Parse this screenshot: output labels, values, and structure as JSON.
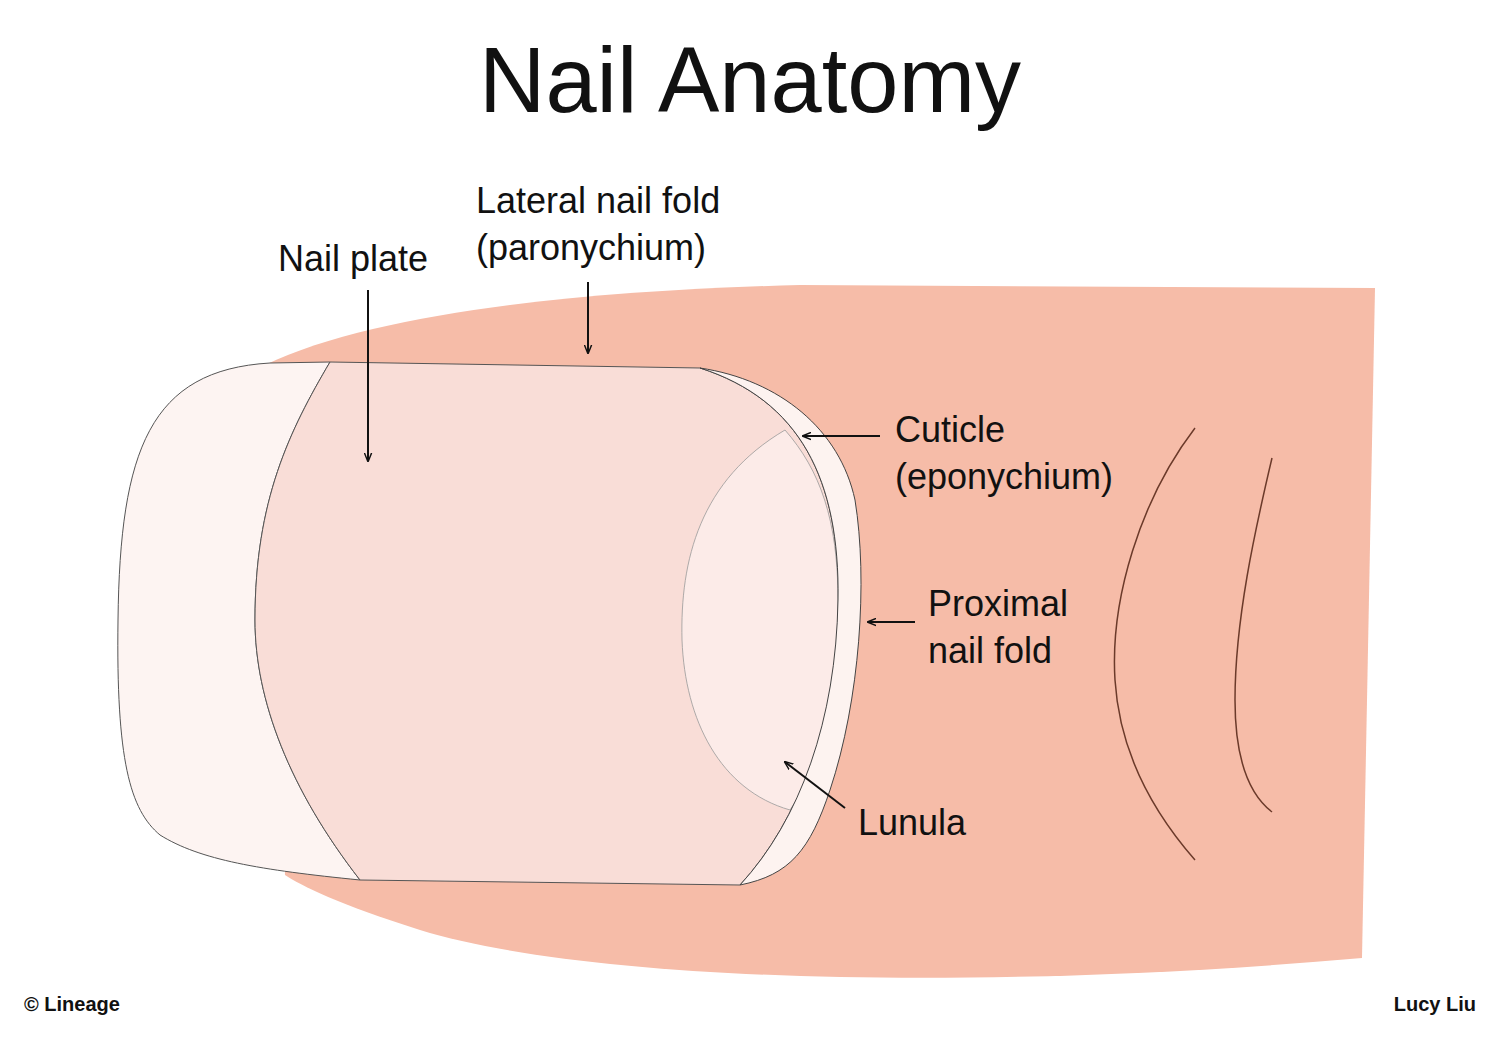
{
  "diagram": {
    "title": "Nail Anatomy",
    "labels": [
      "Nail plate",
      "Lateral nail fold (paronychium)",
      "Cuticle (eponychium)",
      "Proximal nail fold",
      "Lunula",
      "© Lineage",
      "Lucy Liu"
    ]
  }
}
